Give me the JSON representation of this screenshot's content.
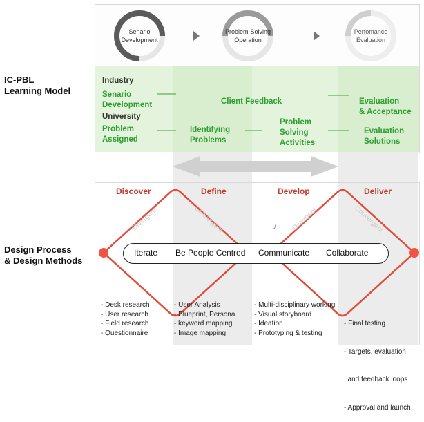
{
  "side_labels": {
    "top_line1": "IC-PBL",
    "top_line2": "Learning Model",
    "bottom_line1": "Design Process",
    "bottom_line2": "& Design Methods"
  },
  "stages": [
    {
      "line1": "Senario",
      "line2": "Development"
    },
    {
      "line1": "Problem-Solving",
      "line2": "Operation"
    },
    {
      "line1": "Perfomance",
      "line2": "Evaluation"
    }
  ],
  "learning_model": {
    "industry": "Industry",
    "senario_dev_1": "Senario",
    "senario_dev_2": "Development",
    "university": "University",
    "problem_assigned_1": "Problem",
    "problem_assigned_2": "Assigned",
    "client_feedback": "Client Feedback",
    "identifying_1": "Identifying",
    "identifying_2": "Problems",
    "ps_activities_1": "Problem",
    "ps_activities_2": "Solving",
    "ps_activities_3": "Activities",
    "eval_accept_1": "Evaluation",
    "eval_accept_2": "& Acceptance",
    "eval_solutions_1": "Evaluation",
    "eval_solutions_2": "Solutions"
  },
  "phases": [
    "Discover",
    "Define",
    "Develop",
    "Deliver"
  ],
  "diamond_labels": {
    "divergent_1": "Divergent",
    "convergent_1": "Convergent",
    "divergent_2": "Divergent",
    "convergent_2": "Convergent"
  },
  "principles": [
    "Iterate",
    "Be People Centred",
    "Communicate",
    "Collaborate"
  ],
  "methods": {
    "discover": [
      "- Desk research",
      "- User research",
      "- Field research",
      "- Questionnaire"
    ],
    "define": [
      "- User Analysis",
      "- Blueprint, Persona",
      "- keyword mapping",
      "- Image mapping"
    ],
    "develop": [
      "- Multi-disciplinary working",
      "- Visual storyboard",
      "- Ideation",
      "- Prototyping & testing"
    ],
    "deliver": [
      "- Final testing",
      "- Targets, evaluation",
      "  and feedback loops",
      "- Approval and launch"
    ]
  },
  "colors": {
    "accent_red": "#e14b3b",
    "green_text": "#2e9e32",
    "green_band": "#e6f4de",
    "grey_column": "#eaeaea"
  }
}
